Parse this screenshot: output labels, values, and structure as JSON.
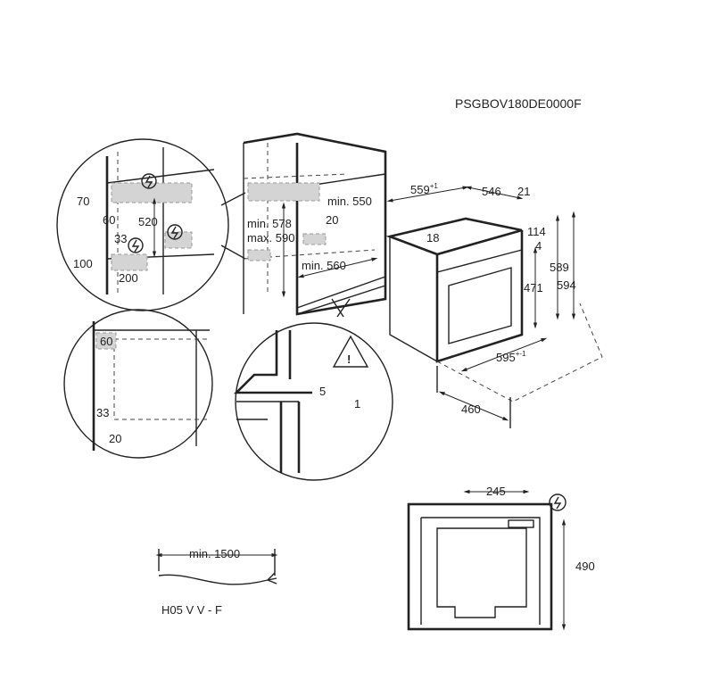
{
  "title": "PSGBOV180DE0000F",
  "installation_detail": {
    "d70": "70",
    "d60": "60",
    "d520": "520",
    "d33": "33",
    "d100": "100",
    "d200": "200"
  },
  "cabinet": {
    "min_height": "min. 578",
    "max_height": "max. 590",
    "min_depth": "min. 550",
    "gap": "20",
    "min_width": "min. 560"
  },
  "oven": {
    "depth_total": "559",
    "depth_total_tol": "+1",
    "depth_body": "546",
    "front": "21",
    "top_gap": "18",
    "panel_h": "114",
    "panel_gap": "4",
    "height_front": "589",
    "height_total": "594",
    "door_h": "471",
    "width": "595",
    "width_tol": "+-1",
    "cutout_depth": "460"
  },
  "corner_detail": {
    "top": "60",
    "bottom": "33",
    "side": "20"
  },
  "fixing_detail": {
    "gap5": "5",
    "gap1": "1"
  },
  "cable": {
    "length": "min. 1500",
    "type": "H05 V V - F"
  },
  "rear": {
    "width": "245",
    "height": "490"
  }
}
